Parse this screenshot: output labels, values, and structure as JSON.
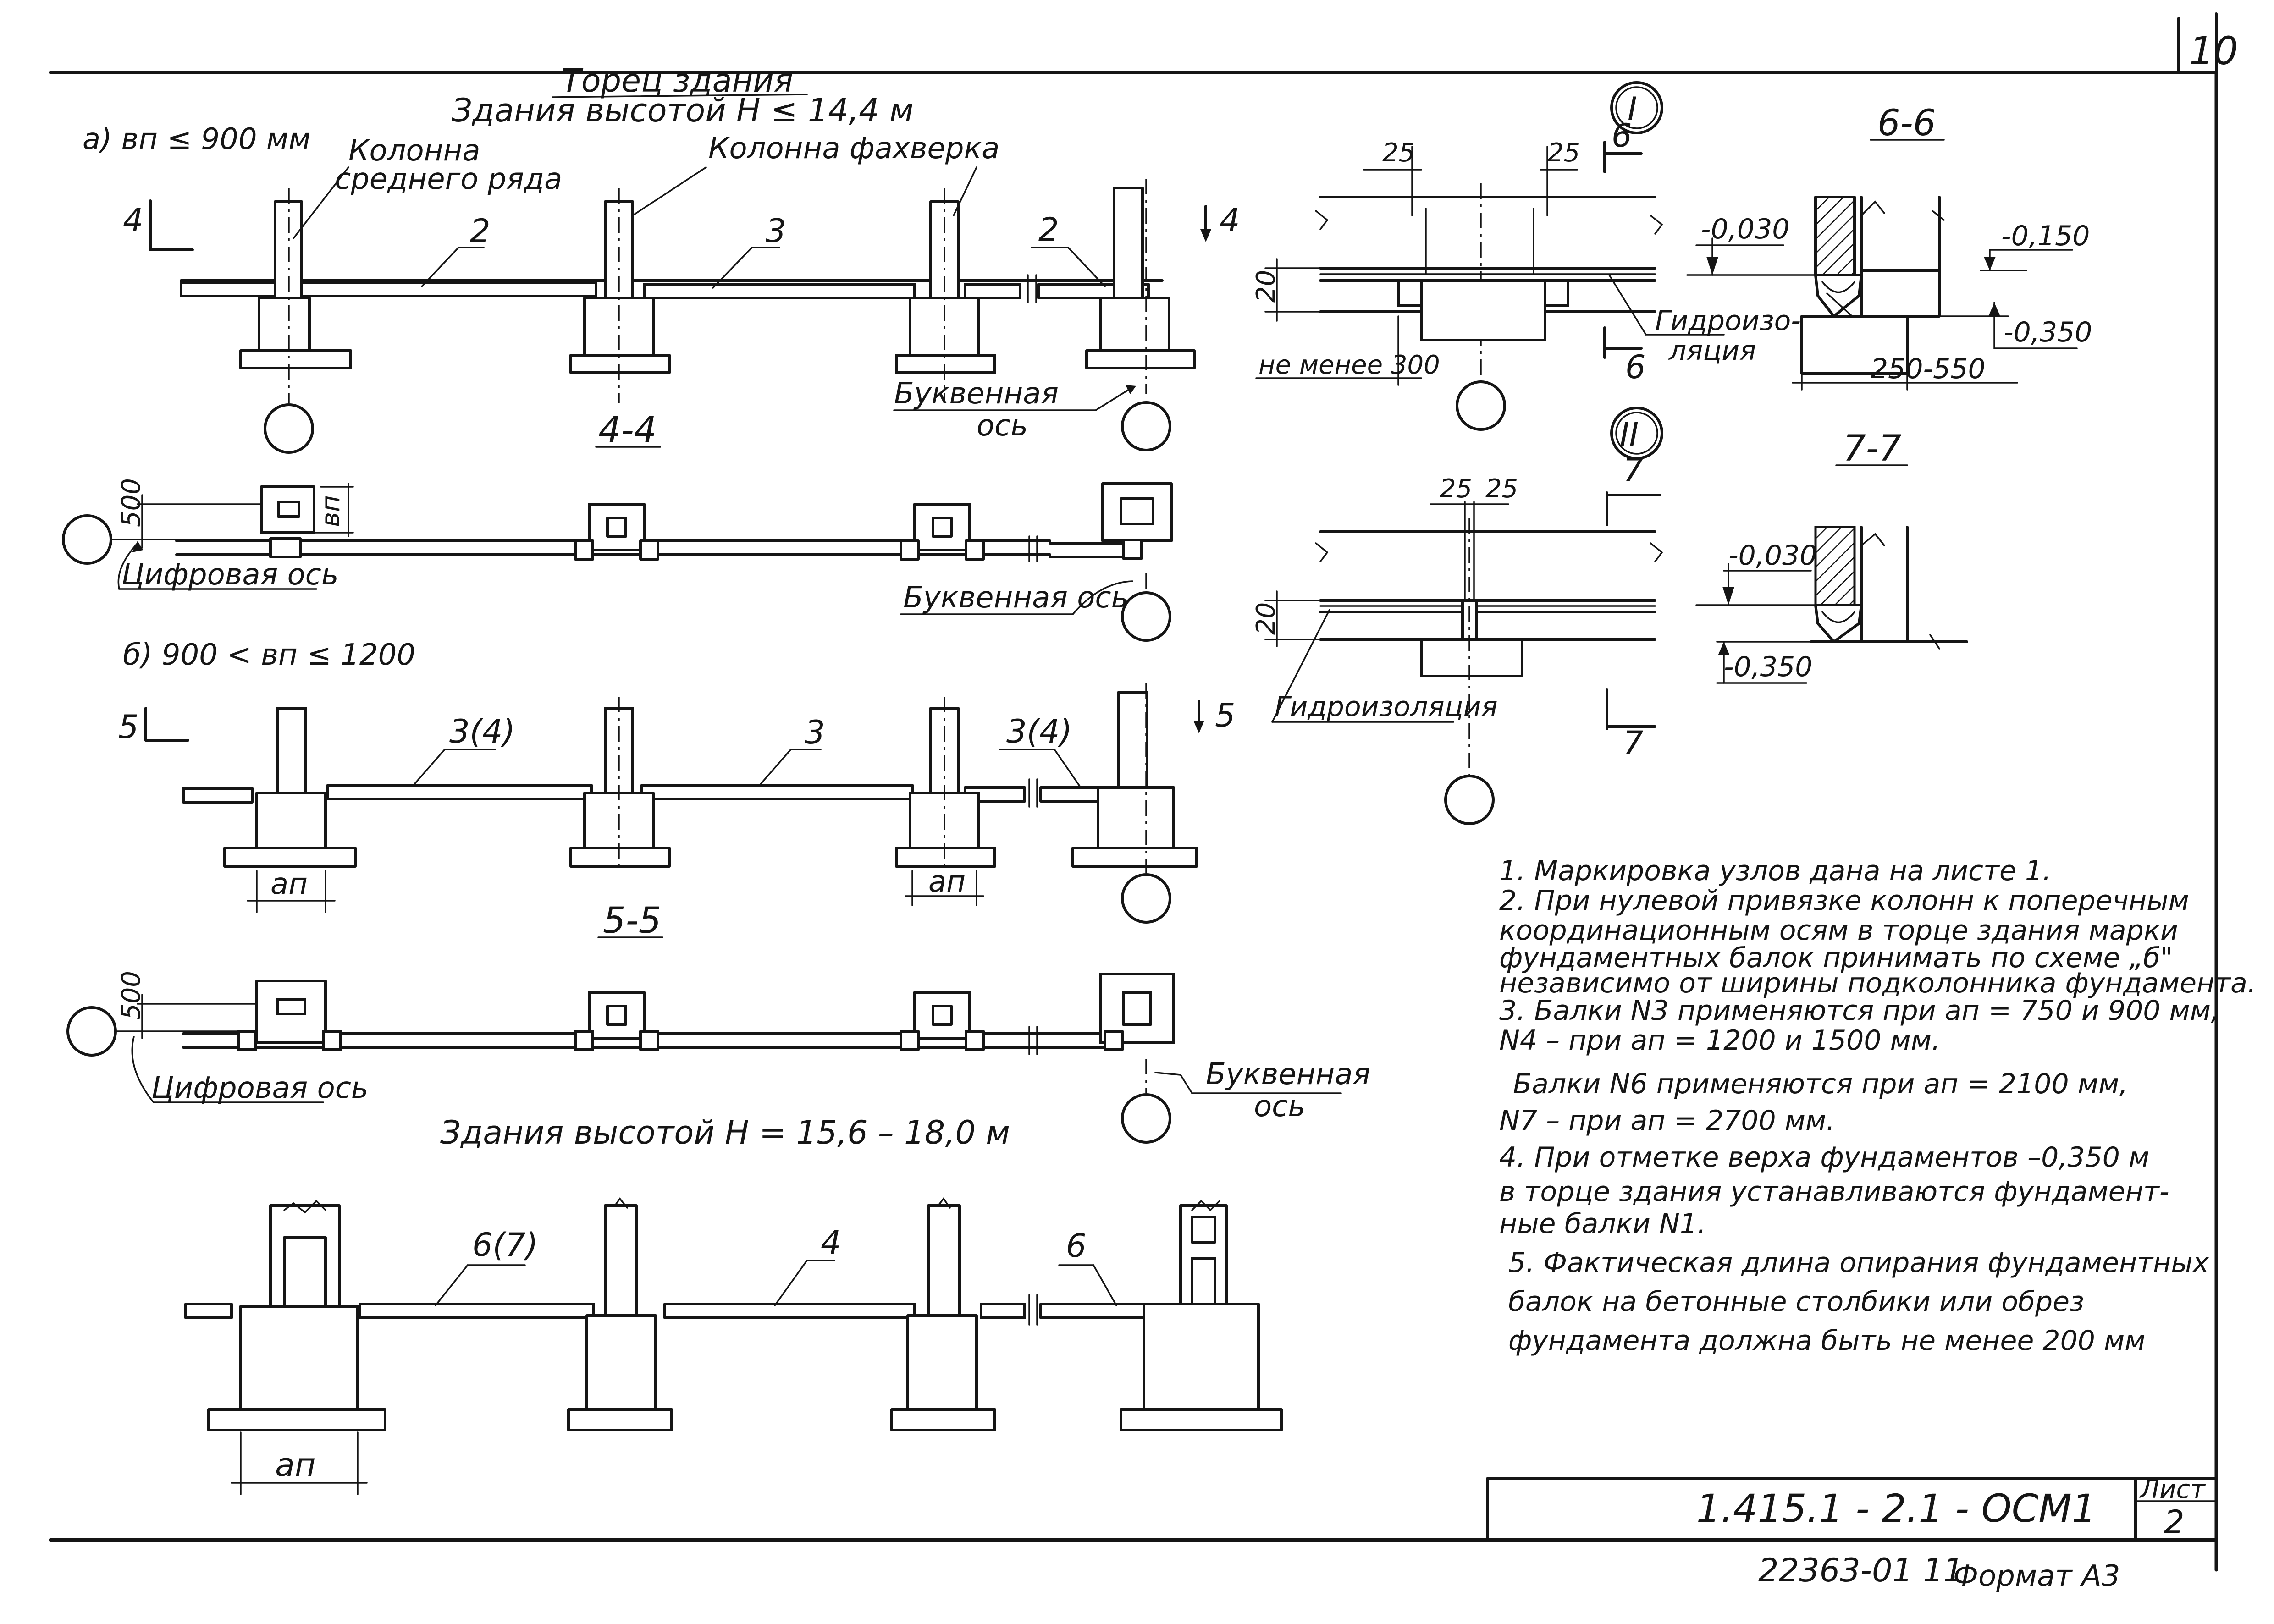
{
  "page": {
    "sheet_corner_number": "10"
  },
  "end_wall": {
    "title": "Торец здания",
    "height_group_1": "Здания высотой H ≤ 14,4 м",
    "height_group_2": "Здания высотой  H = 15,6 – 18,0 м"
  },
  "scheme_a": {
    "label": "а) вп ≤ 900 мм",
    "col_middle_1": "Колонна",
    "col_middle_2": "среднего ряда",
    "col_framework": "Колонна фахверка",
    "beam_marks": [
      "2",
      "3",
      "2"
    ],
    "section_mark": "4",
    "section_title": "4-4",
    "letter_axis_1": "Буквенная",
    "letter_axis_2": "ось"
  },
  "plan_4_4": {
    "dim_offset": "500",
    "dim_width": "вп",
    "digital_axis": "Цифровая ось",
    "letter_axis": "Буквенная ось"
  },
  "scheme_b": {
    "label": "б) 900 < вп ≤ 1200",
    "beam_marks": [
      "3(4)",
      "3",
      "3(4)"
    ],
    "dim_a": "ап",
    "section_mark": "5",
    "section_title": "5-5"
  },
  "plan_5_5": {
    "dim_offset": "500",
    "digital_axis": "Цифровая ось",
    "letter_axis_1": "Буквенная",
    "letter_axis_2": "ось"
  },
  "scheme_c": {
    "beam_marks": [
      "6(7)",
      "4",
      "6"
    ],
    "dim_a": "ап"
  },
  "node_1": {
    "roman": "I",
    "dim_left": "25",
    "dim_right": "25",
    "dim_height": "20",
    "min_support": "не менее 300",
    "waterproofing_1": "Гидроизо-",
    "waterproofing_2": "ляция",
    "cut_mark": "6"
  },
  "section_6_6": {
    "title": "6-6",
    "level_top": "-0,030",
    "level_a": "-0,150",
    "level_b": "-0,350",
    "width_range": "250-550"
  },
  "node_2": {
    "roman": "II",
    "dim_left": "25",
    "dim_right": "25",
    "dim_height": "20",
    "waterproofing": "Гидроизоляция",
    "cut_mark": "7"
  },
  "section_7_7": {
    "title": "7-7",
    "level_top": "-0,030",
    "level_bottom": "-0,350"
  },
  "notes": [
    "1. Маркировка  узлов  дана  на  листе 1.",
    "2. При нулевой привязке колонн к поперечным",
    "координационным осям в торце здания марки",
    "фундаментных балок принимать по схеме „б\"",
    "независимо от ширины подколонника фундамента.",
    "3. Балки N3 применяются при ап = 750 и 900 мм,",
    "N4 – при ап = 1200 и 1500 мм.",
    "Балки N6  применяются  при ап = 2100 мм,",
    "N7 – при ап = 2700 мм.",
    "4. При отметке верха фундаментов –0,350 м",
    "в торце здания устанавливаются фундамент-",
    "ные  балки  N1.",
    "5. Фактическая длина опирания фундаментных",
    "балок  на бетонные столбики или обрез",
    "фундамента  должна быть  не менее 200 мм"
  ],
  "title_block": {
    "code": "1.415.1 - 2.1 - ОСМ1",
    "sheet_label": "Лист",
    "sheet_number": "2"
  },
  "footer": {
    "inventory": "22363-01 11",
    "format": "Формат  А3"
  }
}
